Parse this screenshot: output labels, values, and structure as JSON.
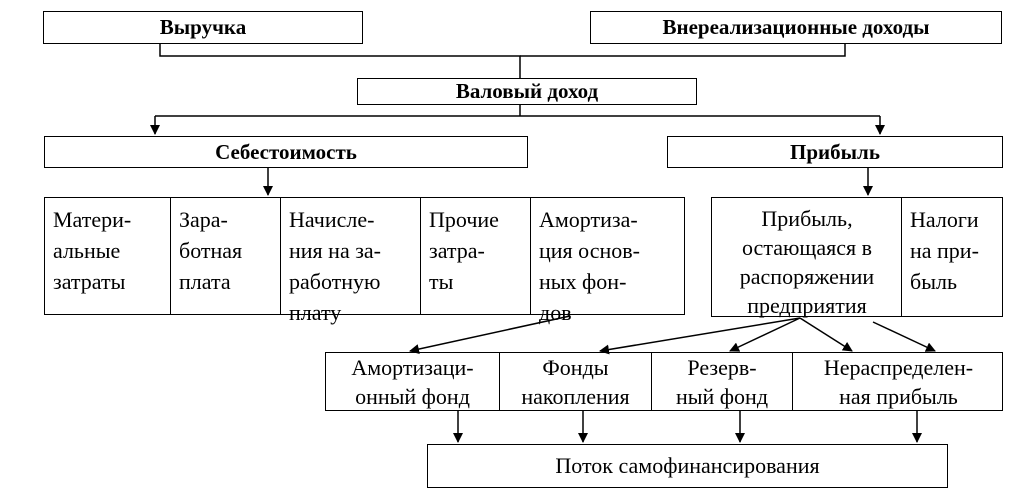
{
  "top": {
    "revenue": "Выручка",
    "non_operating_income": "Внереализационные доходы"
  },
  "gross_income": "Валовый доход",
  "cost": {
    "title": "Себестоимость",
    "items": [
      "Матери-\nальные\nзатраты",
      "Зара-\nботная\nплата",
      "Начисле-\nния на за-\nработную\nплату",
      "Прочие\nзатра-\nты",
      "Амортиза-\nция основ-\nных фон-\nдов"
    ]
  },
  "profit": {
    "title": "Прибыль",
    "items": [
      "Прибыль,\nостающаяся в\nраспоряжении\nпредприятия",
      "Налоги\nна при-\nбыль"
    ]
  },
  "funds": [
    "Амортизаци-\nонный фонд",
    "Фонды\nнакопления",
    "Резерв-\nный фонд",
    "Нераспределен-\nная прибыль"
  ],
  "self_financing": "Поток самофинансирования"
}
